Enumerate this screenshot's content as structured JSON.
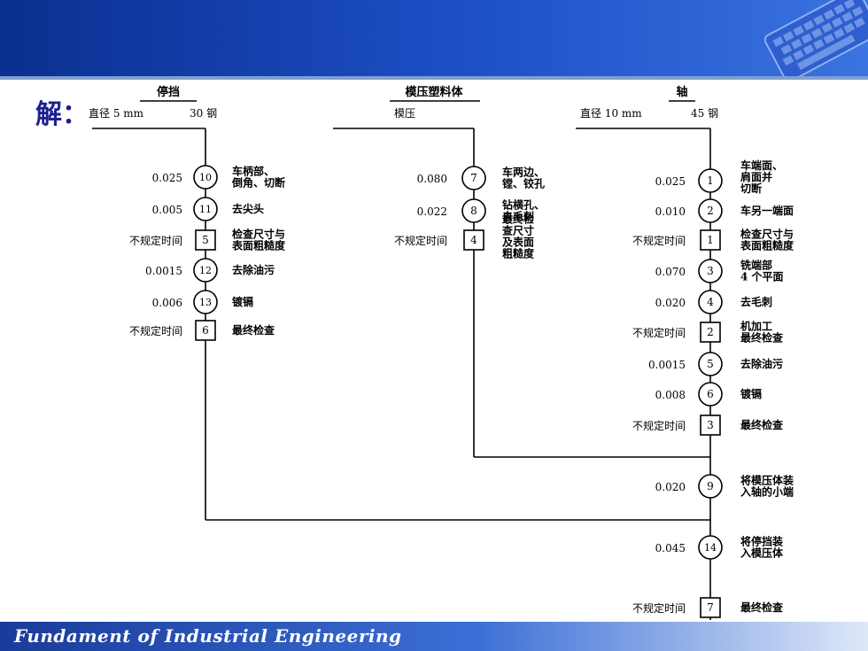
{
  "solution_label": "解：",
  "footer": "Fundament of Industrial Engineering",
  "columns": [
    {
      "title": "停挡",
      "material_left": "直径 5 mm",
      "material_right": "30 钢"
    },
    {
      "title": "模压塑料体",
      "material_left": "模压",
      "material_right": ""
    },
    {
      "title": "轴",
      "material_left": "直径 10 mm",
      "material_right": "45 钢"
    }
  ],
  "steps": {
    "stop": [
      {
        "kind": "op",
        "num": "10",
        "time": "0.025",
        "desc": [
          "车柄部、",
          "倒角、切断"
        ]
      },
      {
        "kind": "op",
        "num": "11",
        "time": "0.005",
        "desc": [
          "去尖头"
        ]
      },
      {
        "kind": "insp",
        "num": "5",
        "time": "不规定时间",
        "desc": [
          "检查尺寸与",
          "表面粗糙度"
        ]
      },
      {
        "kind": "op",
        "num": "12",
        "time": "0.0015",
        "desc": [
          "去除油污"
        ]
      },
      {
        "kind": "op",
        "num": "13",
        "time": "0.006",
        "desc": [
          "镀镉"
        ]
      },
      {
        "kind": "insp",
        "num": "6",
        "time": "不规定时间",
        "desc": [
          "最终检查"
        ]
      }
    ],
    "body": [
      {
        "kind": "op",
        "num": "7",
        "time": "0.080",
        "desc": [
          "车两边、",
          "镗、铰孔"
        ]
      },
      {
        "kind": "op",
        "num": "8",
        "time": "0.022",
        "desc": [
          "钻横孔、",
          "去毛刺"
        ]
      },
      {
        "kind": "insp",
        "num": "4",
        "time": "不规定时间",
        "desc": [
          "最终检",
          "查尺寸",
          "及表面",
          "粗糙度"
        ]
      }
    ],
    "shaft": [
      {
        "kind": "op",
        "num": "1",
        "time": "0.025",
        "desc": [
          "车端面、",
          "肩面并",
          "切断"
        ]
      },
      {
        "kind": "op",
        "num": "2",
        "time": "0.010",
        "desc": [
          "车另一端面"
        ]
      },
      {
        "kind": "insp",
        "num": "1",
        "time": "不规定时间",
        "desc": [
          "检查尺寸与",
          "表面粗糙度"
        ]
      },
      {
        "kind": "op",
        "num": "3",
        "time": "0.070",
        "desc": [
          "铣端部",
          "4 个平面"
        ]
      },
      {
        "kind": "op",
        "num": "4",
        "time": "0.020",
        "desc": [
          "去毛刺"
        ]
      },
      {
        "kind": "insp",
        "num": "2",
        "time": "不规定时间",
        "desc": [
          "机加工",
          "最终检查"
        ]
      },
      {
        "kind": "op",
        "num": "5",
        "time": "0.0015",
        "desc": [
          "去除油污"
        ]
      },
      {
        "kind": "op",
        "num": "6",
        "time": "0.008",
        "desc": [
          "镀镉"
        ]
      },
      {
        "kind": "insp",
        "num": "3",
        "time": "不规定时间",
        "desc": [
          "最终检查"
        ]
      }
    ],
    "assembly": [
      {
        "kind": "op",
        "num": "9",
        "time": "0.020",
        "desc": [
          "将模压体装",
          "入轴的小端"
        ]
      },
      {
        "kind": "op",
        "num": "14",
        "time": "0.045",
        "desc": [
          "将停挡装",
          "入模压体"
        ]
      },
      {
        "kind": "insp",
        "num": "7",
        "time": "不规定时间",
        "desc": [
          "最终检查"
        ]
      }
    ]
  }
}
